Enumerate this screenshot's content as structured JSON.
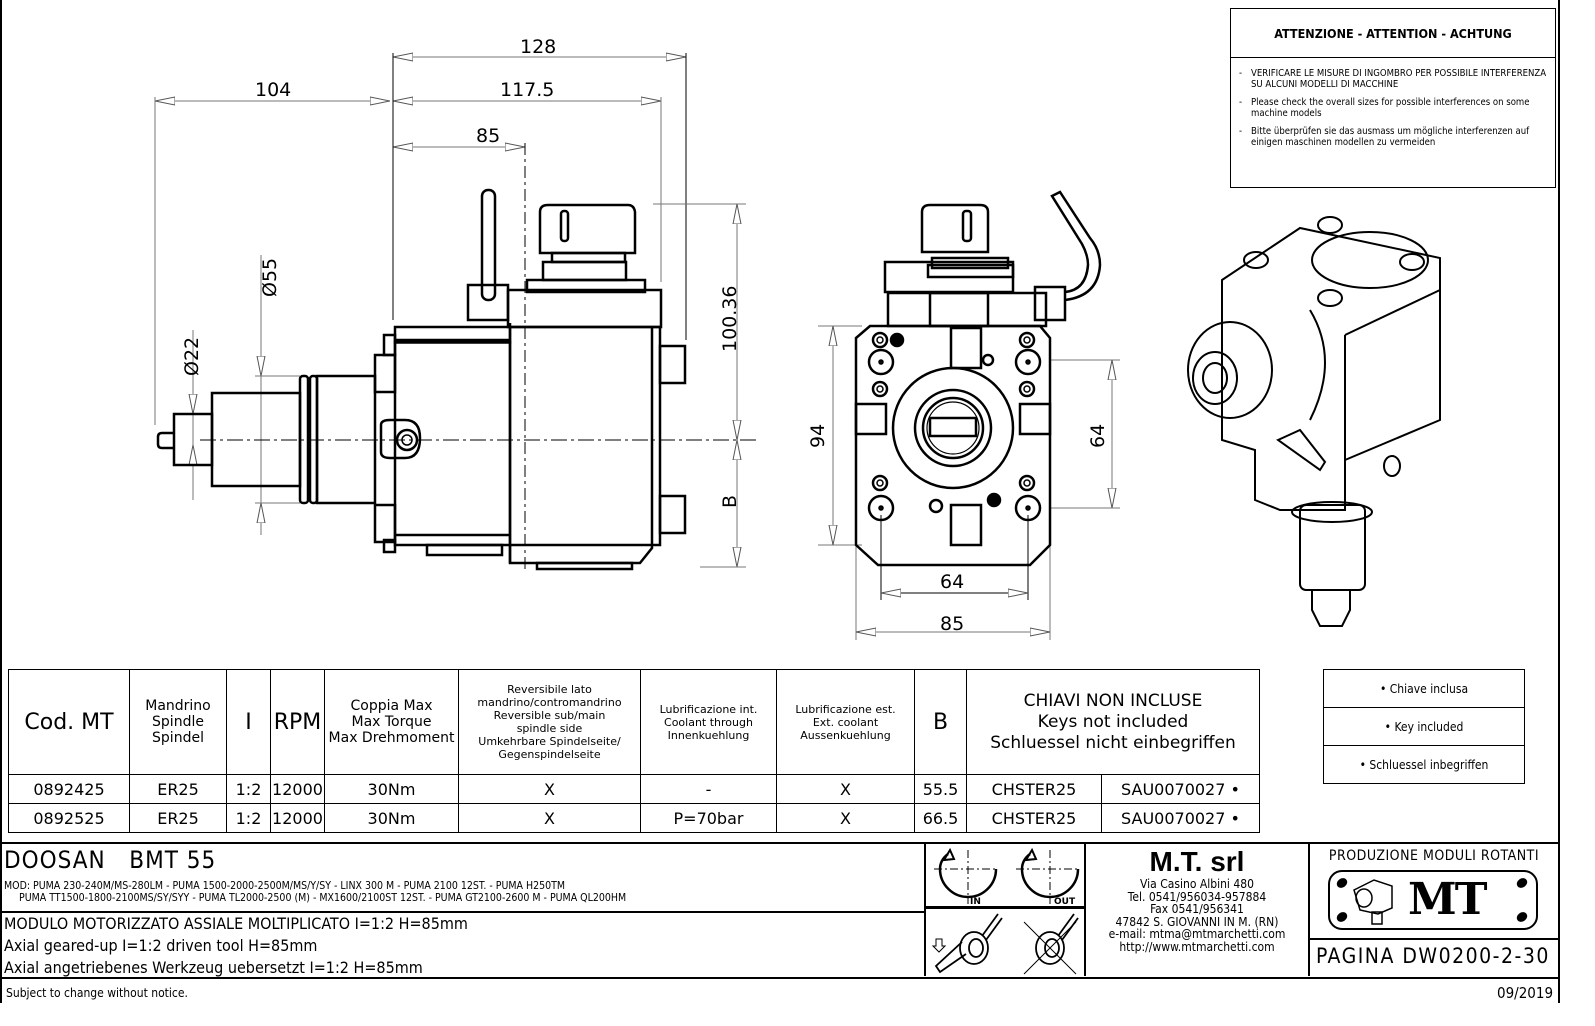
{
  "attention": {
    "heading": "ATTENZIONE - ATTENTION - ACHTUNG",
    "items": [
      "VERIFICARE LE MISURE DI INGOMBRO PER POSSIBILE INTERFERENZA SU ALCUNI MODELLI DI MACCHINE",
      "Please check the overall sizes for possible interferences on some machine models",
      "Bitte überprüfen sie das ausmass um mögliche interferenzen auf einigen maschinen modellen zu vermeiden"
    ]
  },
  "side_view": {
    "dims": {
      "overall_128": "128",
      "length_117_5": "117.5",
      "length_85": "85",
      "length_104": "104",
      "dia_55": "Ø55",
      "dia_22": "Ø22",
      "height_100_36": "100.36",
      "height_b": "B"
    }
  },
  "front_view": {
    "dims": {
      "height_94": "94",
      "spacing_64_v": "64",
      "spacing_64_h": "64",
      "width_85": "85"
    }
  },
  "spec_table": {
    "headers": {
      "code": "Cod. MT",
      "spindle": [
        "Mandrino",
        "Spindle",
        "Spindel"
      ],
      "ratio": "I",
      "rpm": "RPM",
      "torque": [
        "Coppia Max",
        "Max Torque",
        "Max Drehmoment"
      ],
      "reversible": [
        "Reversibile lato",
        "mandrino/contromandrino",
        "Reversible sub/main",
        "spindle side",
        "Umkehrbare Spindelseite/",
        "Gegenspindelseite"
      ],
      "coolant_int": [
        "Lubrificazione int.",
        "Coolant through",
        "Innenkuehlung"
      ],
      "coolant_ext": [
        "Lubrificazione est.",
        "Ext. coolant",
        "Aussenkuehlung"
      ],
      "b": "B",
      "keys": [
        "CHIAVI NON INCLUSE",
        "Keys not included",
        "Schluessel nicht einbegriffen"
      ]
    },
    "rows": [
      {
        "code": "0892425",
        "spindle": "ER25",
        "ratio": "1:2",
        "rpm": "12000",
        "torque": "30Nm",
        "reversible": "X",
        "coolant_int": "-",
        "coolant_ext": "X",
        "b": "55.5",
        "key1": "CHSTER25",
        "key2": "SAU0070027 •"
      },
      {
        "code": "0892525",
        "spindle": "ER25",
        "ratio": "1:2",
        "rpm": "12000",
        "torque": "30Nm",
        "reversible": "X",
        "coolant_int": "P=70bar",
        "coolant_ext": "X",
        "b": "66.5",
        "key1": "CHSTER25",
        "key2": "SAU0070027 •"
      }
    ]
  },
  "key_legend": [
    "• Chiave inclusa",
    "• Key included",
    "• Schluessel inbegriffen"
  ],
  "title_block": {
    "machine": "DOOSAN   BMT 55",
    "models_line1": "MOD: PUMA 230-240M/MS-280LM - PUMA 1500-2000-2500M/MS/Y/SY - LINX 300 M - PUMA 2100 12ST. - PUMA H250TM",
    "models_line2": "     PUMA TT1500-1800-2100MS/SY/SYY - PUMA TL2000-2500 (M) - MX1600/2100ST 12ST. - PUMA GT2100-2600 M - PUMA QL200HM",
    "desc_it": "MODULO MOTORIZZATO ASSIALE MOLTIPLICATO I=1:2 H=85mm",
    "desc_en": "Axial geared-up I=1:2 driven tool H=85mm",
    "desc_de": "Axial angetriebenes Werkzeug uebersetzt I=1:2 H=85mm",
    "rotation_in": "IN",
    "rotation_out": "OUT",
    "company": {
      "name": "M.T. srl",
      "lines": [
        "Via Casino Albini 480",
        "Tel. 0541/956034-957884",
        "Fax 0541/956341",
        "47842 S. GIOVANNI IN M. (RN)",
        "e-mail: mtma@mtmarchetti.com",
        "http://www.mtmarchetti.com"
      ]
    },
    "logo_heading": "PRODUZIONE MODULI ROTANTI",
    "logo_text": "MT",
    "page": "PAGINA DW0200-2-30"
  },
  "footer": {
    "notice": "Subject to change without notice.",
    "date": "09/2019"
  }
}
